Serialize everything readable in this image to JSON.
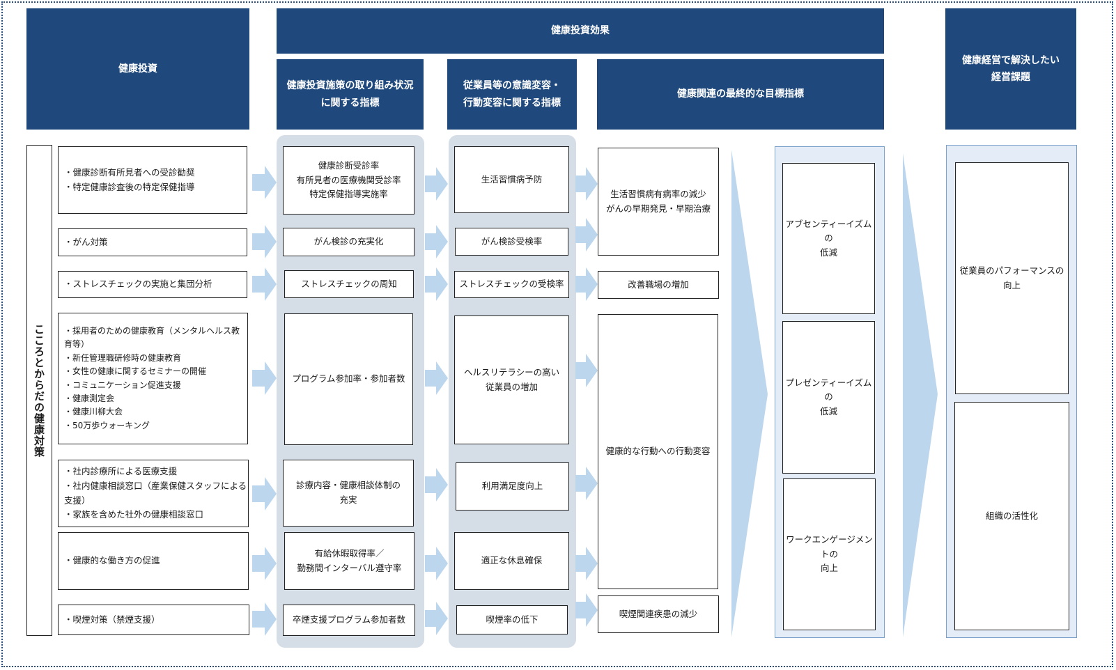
{
  "headers": {
    "investment": "健康投資",
    "effects": "健康投資効果",
    "measures": "健康投資施策の取り組み状況\nに関する指標",
    "behavior": "従業員等の意識変容・\n行動変容に関する指標",
    "final": "健康関連の最終的な目標指標",
    "issues": "健康経営で解決したい\n経営課題"
  },
  "side_title": "こころとからだの健康対策",
  "investments": [
    "・健康診断有所見者への受診勧奨\n・特定健康診査後の特定保健指導",
    "・がん対策",
    "・ストレスチェックの実施と集団分析",
    "・採用者のための健康教育（メンタルヘルス教育等）\n・新任管理職研修時の健康教育\n・女性の健康に関するセミナーの開催\n・コミュニケーション促進支援\n・健康測定会\n・健康川柳大会\n・50万歩ウォーキング",
    "・社内診療所による医療支援\n・社内健康相談窓口（産業保健スタッフによる支援）\n・家族を含めた社外の健康相談窓口",
    "・健康的な働き方の促進",
    "・喫煙対策（禁煙支援）"
  ],
  "measures": [
    "健康診断受診率\n有所見者の医療機関受診率\n特定保健指導実施率",
    "がん検診の充実化",
    "ストレスチェックの周知",
    "プログラム参加率・参加者数",
    "診療内容・健康相談体制の\n充実",
    "有給休暇取得率／\n勤務間インターバル遵守率",
    "卒煙支援プログラム参加者数"
  ],
  "behaviors": [
    "生活習慣病予防",
    "がん検診受検率",
    "ストレスチェックの受検率",
    "ヘルスリテラシーの高い\n従業員の増加",
    "利用満足度向上",
    "適正な休息確保",
    "喫煙率の低下"
  ],
  "finals": [
    "生活習慣病有病率の減少\nがんの早期発見・早期治療",
    "改善職場の増加",
    "健康的な行動への行動変容",
    "喫煙関連疾患の減少"
  ],
  "goals": [
    "アブセンティーイズムの\n低減",
    "プレゼンティーイズムの\n低減",
    "ワークエンゲージメントの\n向上"
  ],
  "issues": [
    "従業員のパフォーマンスの\n向上",
    "組織の活性化"
  ],
  "colors": {
    "header": "#1f497d",
    "band": "#d5dde7",
    "arrow": "#bcd6ee",
    "goal_panel": "#e3ecf7"
  }
}
